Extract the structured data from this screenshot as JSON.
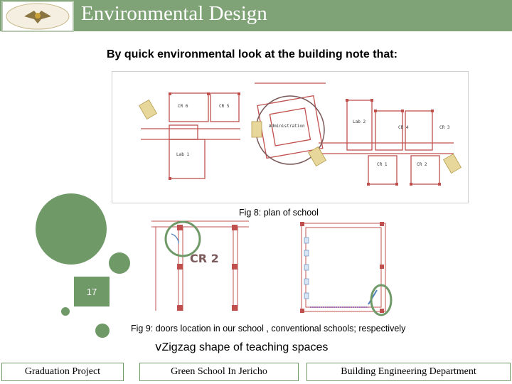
{
  "header": {
    "title": "Environmental Design"
  },
  "subtitle": "By quick environmental look at the building note that:",
  "plan": {
    "rooms": [
      "CR 6",
      "CR 5",
      "Administration",
      "Lab 2",
      "CR 4",
      "CR 3",
      "Lab 1",
      "CR 1",
      "CR 2"
    ]
  },
  "figures": {
    "fig8_caption": "Fig 8: plan of school",
    "fig9_caption": "Fig 9: doors location in our school , conventional schools; respectively",
    "detail_room": "CR 2"
  },
  "slide_number": "17",
  "bullet": {
    "marker": "v",
    "text": "Zigzag shape of teaching spaces"
  },
  "footer": {
    "left": "Graduation Project",
    "center": "Green School In Jericho",
    "right": "Building Engineering Department"
  },
  "colors": {
    "accent": "#6f9a68",
    "header": "#7fa377",
    "wall": "#c0504d"
  }
}
